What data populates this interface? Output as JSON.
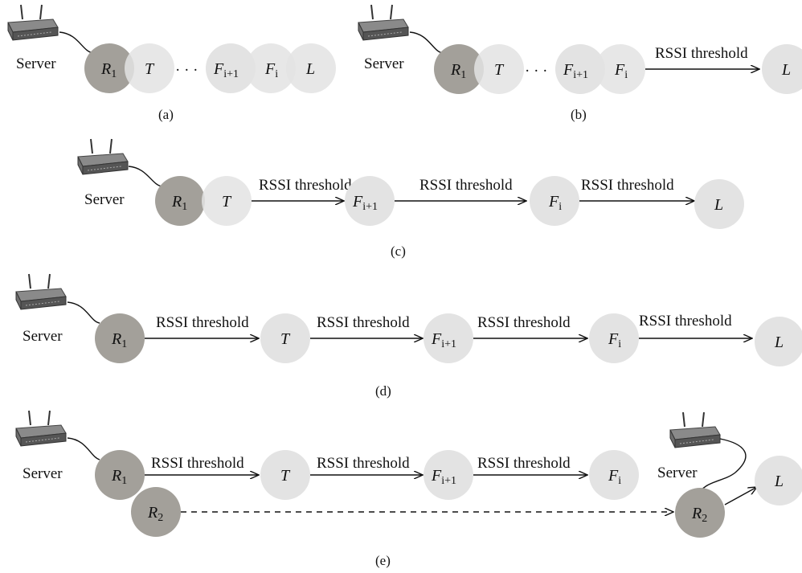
{
  "colors": {
    "relay_node": "#a3a09a",
    "light_node": "#e3e3e3",
    "stroke": "#111111"
  },
  "labels": {
    "server": "Server",
    "threshold": "RSSI threshold",
    "ellipsis": "· · ·"
  },
  "nodes": {
    "R1": {
      "base": "R",
      "sub": "1"
    },
    "R2": {
      "base": "R",
      "sub": "2"
    },
    "T": {
      "base": "T",
      "sub": ""
    },
    "Fi1": {
      "base": "F",
      "sub": "i+1"
    },
    "Fi": {
      "base": "F",
      "sub": "i"
    },
    "L": {
      "base": "L",
      "sub": ""
    }
  },
  "captions": {
    "a": "(a)",
    "b": "(b)",
    "c": "(c)",
    "d": "(d)",
    "e": "(e)"
  },
  "icons": {
    "router": "router-icon"
  }
}
